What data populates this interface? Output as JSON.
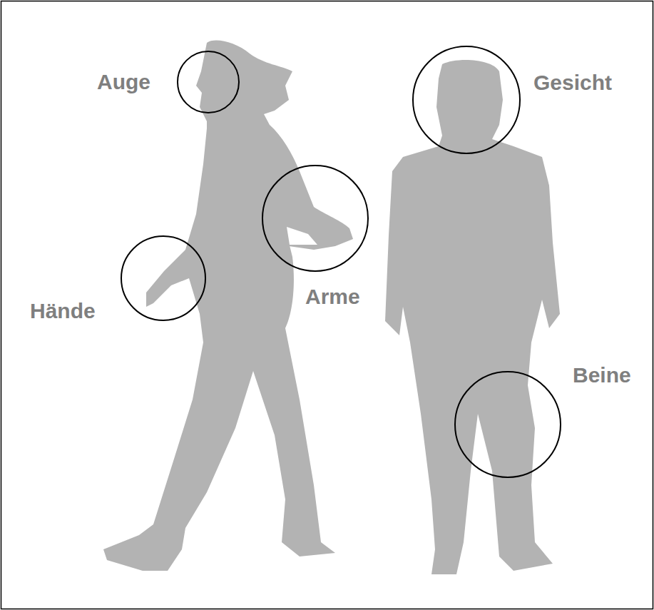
{
  "diagram": {
    "labels": [
      "Auge",
      "Gesicht",
      "Arme",
      "Hände",
      "Beine"
    ]
  }
}
